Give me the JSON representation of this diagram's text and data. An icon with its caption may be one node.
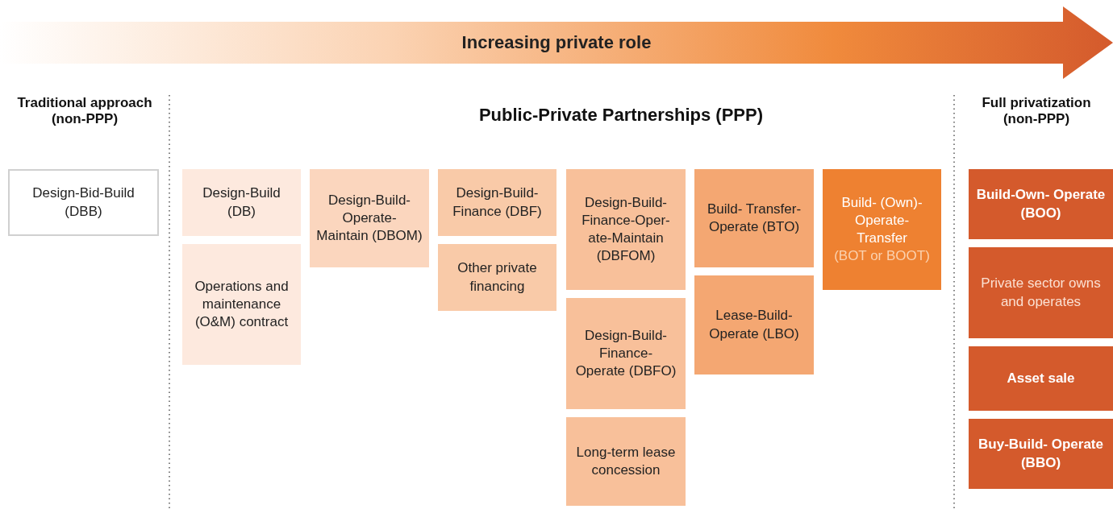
{
  "diagram": {
    "nodes": [
      {
        "text": [
          "Increasing private role"
        ]
      },
      {
        "text": [
          "Design-Bid-Build (DBB)"
        ]
      },
      {
        "text": [
          "Design-Build (DB)"
        ]
      },
      {
        "text": [
          "Operations and maintenance (O&M) contract"
        ]
      },
      {
        "text": [
          "Design-Build- Operate- Maintain (DBOM)"
        ]
      },
      {
        "text": [
          "Design-Build- Finance (DBF)"
        ]
      },
      {
        "text": [
          "Other private financing"
        ]
      },
      {
        "text": [
          "Design-Build- Finance-Oper- ate-Maintain (DBFOM)"
        ]
      },
      {
        "text": [
          "Design-Build- Finance- Operate (DBFO)"
        ]
      },
      {
        "text": [
          "Long-term lease concession"
        ]
      },
      {
        "text": [
          "Build- Transfer- Operate (BTO)"
        ]
      },
      {
        "text": [
          "Lease-Build- Operate (LBO)"
        ]
      },
      {
        "text": [
          "Build- (Own)- Operate- Transfer",
          "(BOT or BOOT)"
        ]
      },
      {
        "text": [
          "Build-Own- Operate (BOO)"
        ]
      },
      {
        "text": [
          "Private sector owns and operates"
        ]
      },
      {
        "text": [
          "Asset sale"
        ]
      },
      {
        "text": [
          "Buy-Build- Operate (BBO)"
        ]
      }
    ],
    "edges": [],
    "labels": [
      "Traditional approach (non-PPP)",
      "Public-Private Partnerships (PPP)",
      "Full privatization (non-PPP)"
    ]
  }
}
